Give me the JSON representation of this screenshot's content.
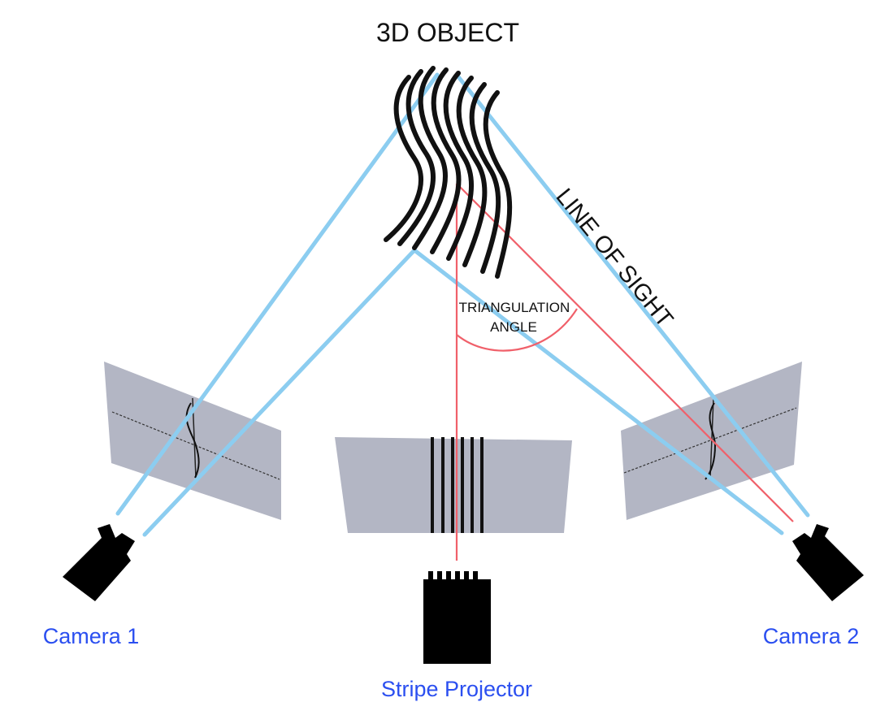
{
  "diagram": {
    "object_label": "3D OBJECT",
    "line_of_sight_label": "LINE OF SIGHT",
    "angle_label_line1": "TRIANGULATION",
    "angle_label_line2": "ANGLE",
    "camera1_label": "Camera 1",
    "camera2_label": "Camera 2",
    "projector_label": "Stripe Projector"
  },
  "colors": {
    "sight_ray": "#8ccdf0",
    "projection_ray": "#f0606a",
    "image_plane": "#b3b6c4",
    "device": "#000000",
    "stripes": "#111111",
    "device_label": "#2b4ff0"
  },
  "icons": {
    "camera1": "camera-icon",
    "camera2": "camera-icon",
    "projector": "projector-icon"
  }
}
